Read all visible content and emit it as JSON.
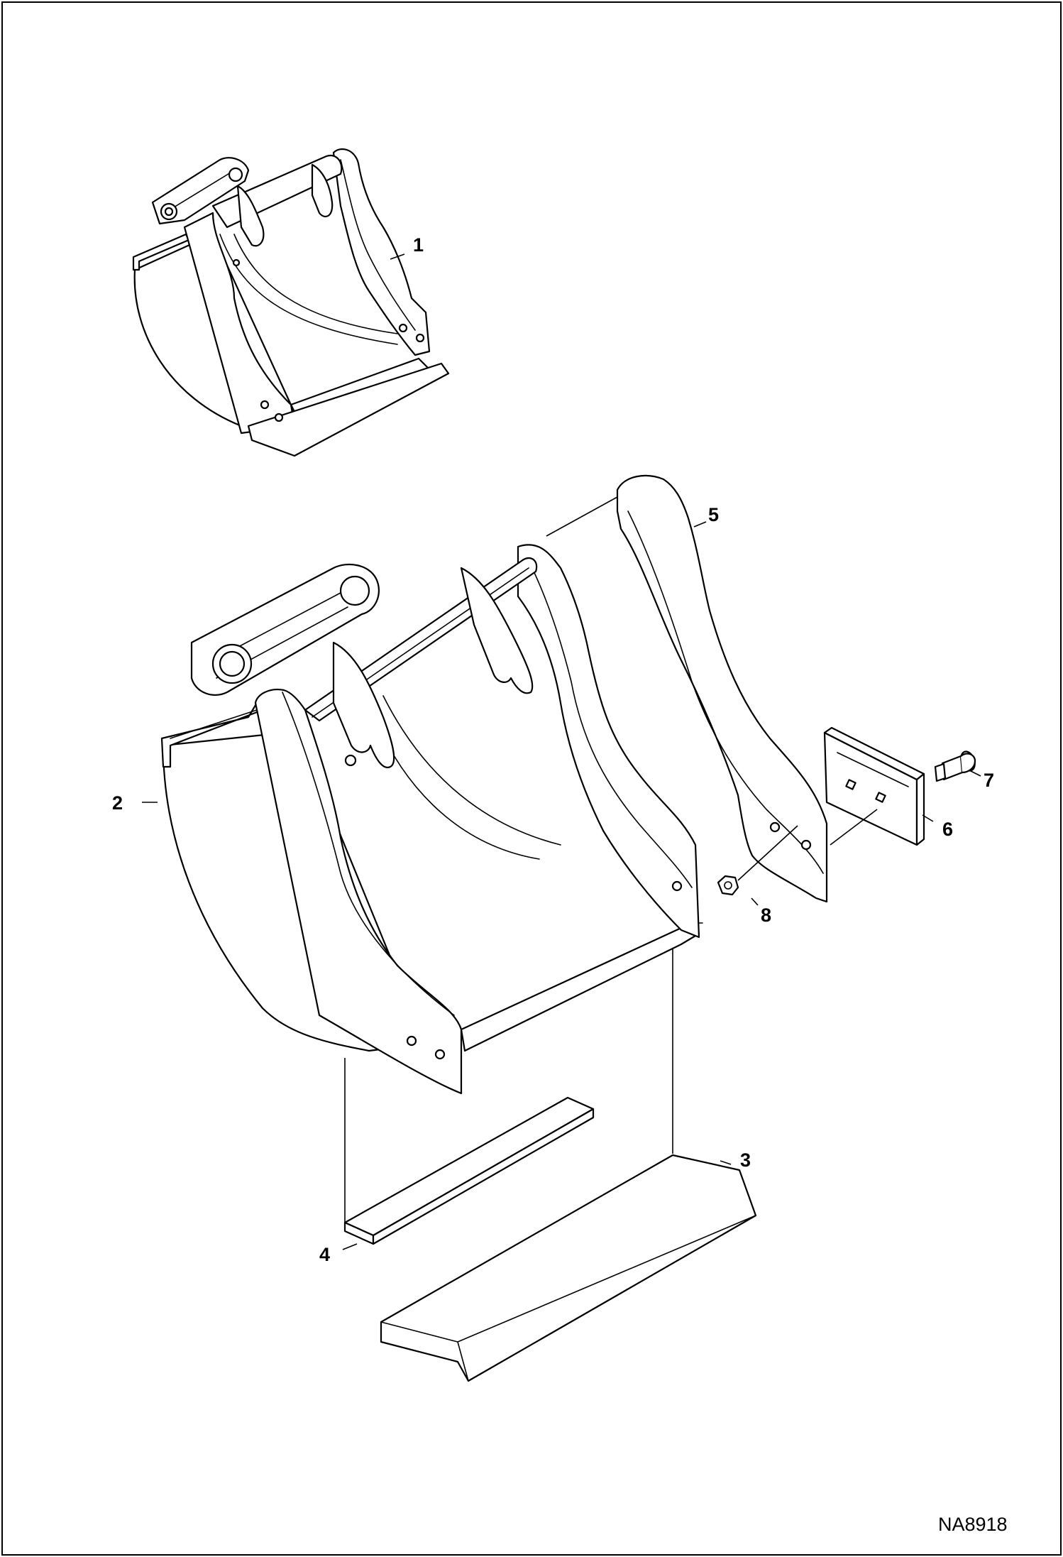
{
  "callouts": [
    {
      "id": "callout-1",
      "label": "1"
    },
    {
      "id": "callout-2",
      "label": "2"
    },
    {
      "id": "callout-3",
      "label": "3"
    },
    {
      "id": "callout-4",
      "label": "4"
    },
    {
      "id": "callout-5",
      "label": "5"
    },
    {
      "id": "callout-6",
      "label": "6"
    },
    {
      "id": "callout-7",
      "label": "7"
    },
    {
      "id": "callout-8",
      "label": "8"
    }
  ],
  "figure_id": "NA8918"
}
